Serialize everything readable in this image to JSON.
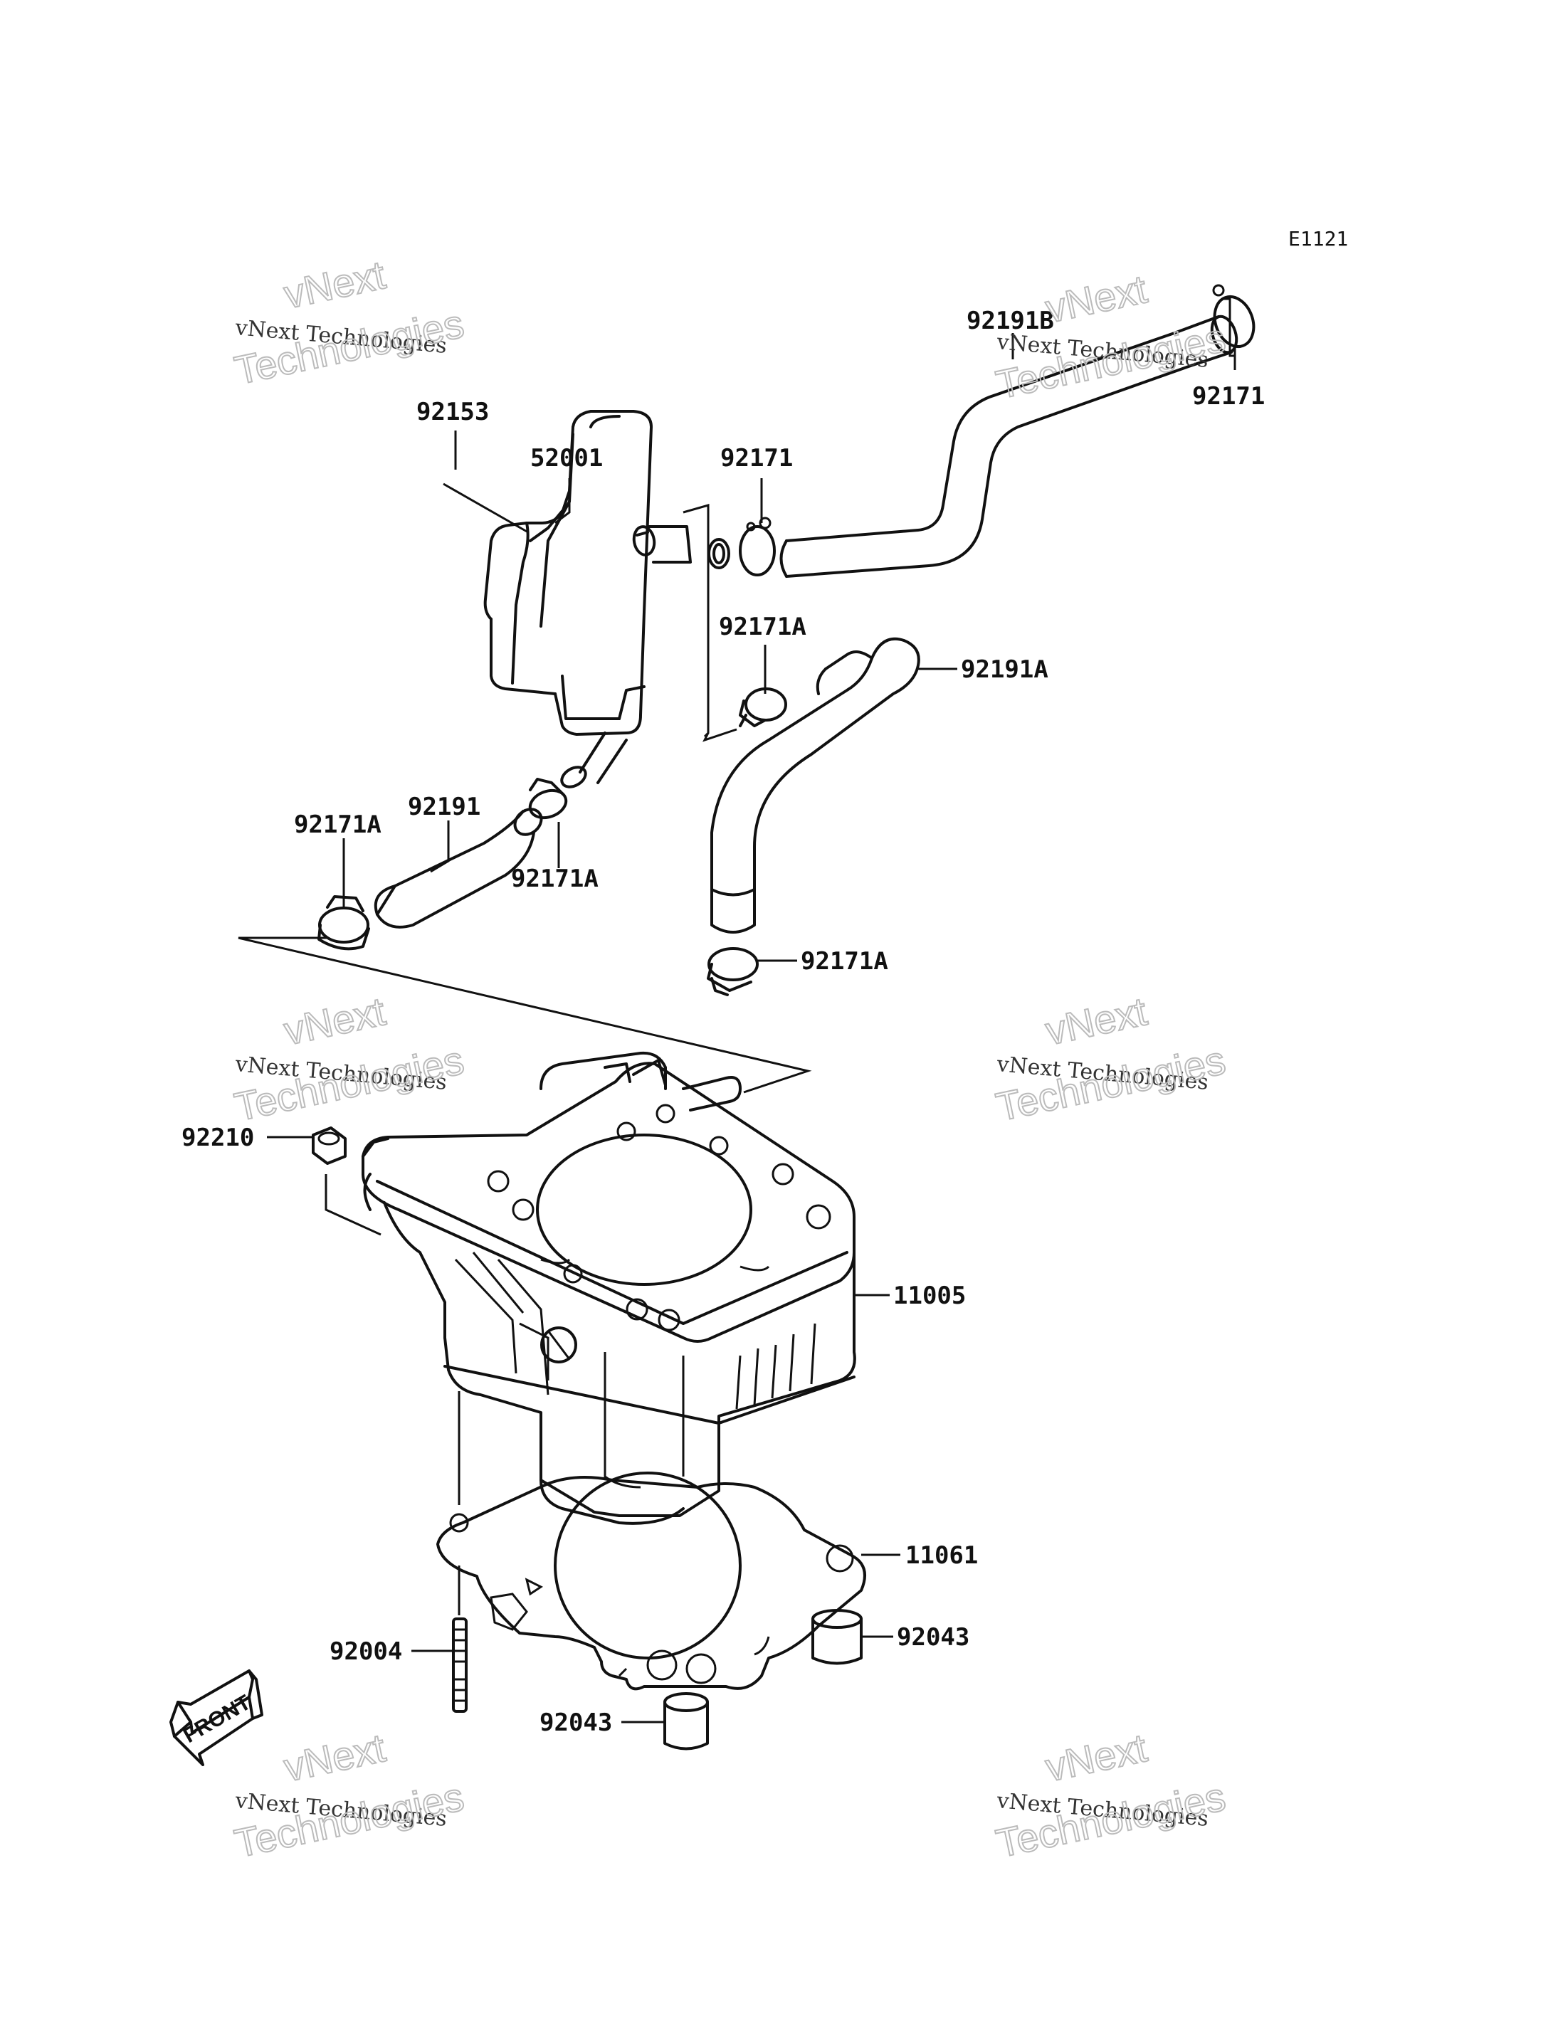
{
  "diagram_code": "E1121",
  "callouts": [
    {
      "id": "92191B",
      "label": "92191B"
    },
    {
      "id": "92171-top-right",
      "label": "92171"
    },
    {
      "id": "92153",
      "label": "92153"
    },
    {
      "id": "52001",
      "label": "52001"
    },
    {
      "id": "92171-top-mid",
      "label": "92171"
    },
    {
      "id": "92171A-mid",
      "label": "92171A"
    },
    {
      "id": "92191A",
      "label": "92191A"
    },
    {
      "id": "92171A-left",
      "label": "92171A"
    },
    {
      "id": "92191",
      "label": "92191"
    },
    {
      "id": "92171A-center",
      "label": "92171A"
    },
    {
      "id": "92171A-lower",
      "label": "92171A"
    },
    {
      "id": "92210",
      "label": "92210"
    },
    {
      "id": "11005",
      "label": "11005"
    },
    {
      "id": "11061",
      "label": "11061"
    },
    {
      "id": "92004",
      "label": "92004"
    },
    {
      "id": "92043-right",
      "label": "92043"
    },
    {
      "id": "92043-bottom",
      "label": "92043"
    }
  ],
  "front_marker": "FRONT",
  "watermark": {
    "line1": "vNext",
    "line2": "vNext Technologies",
    "line3": "Technologies"
  }
}
